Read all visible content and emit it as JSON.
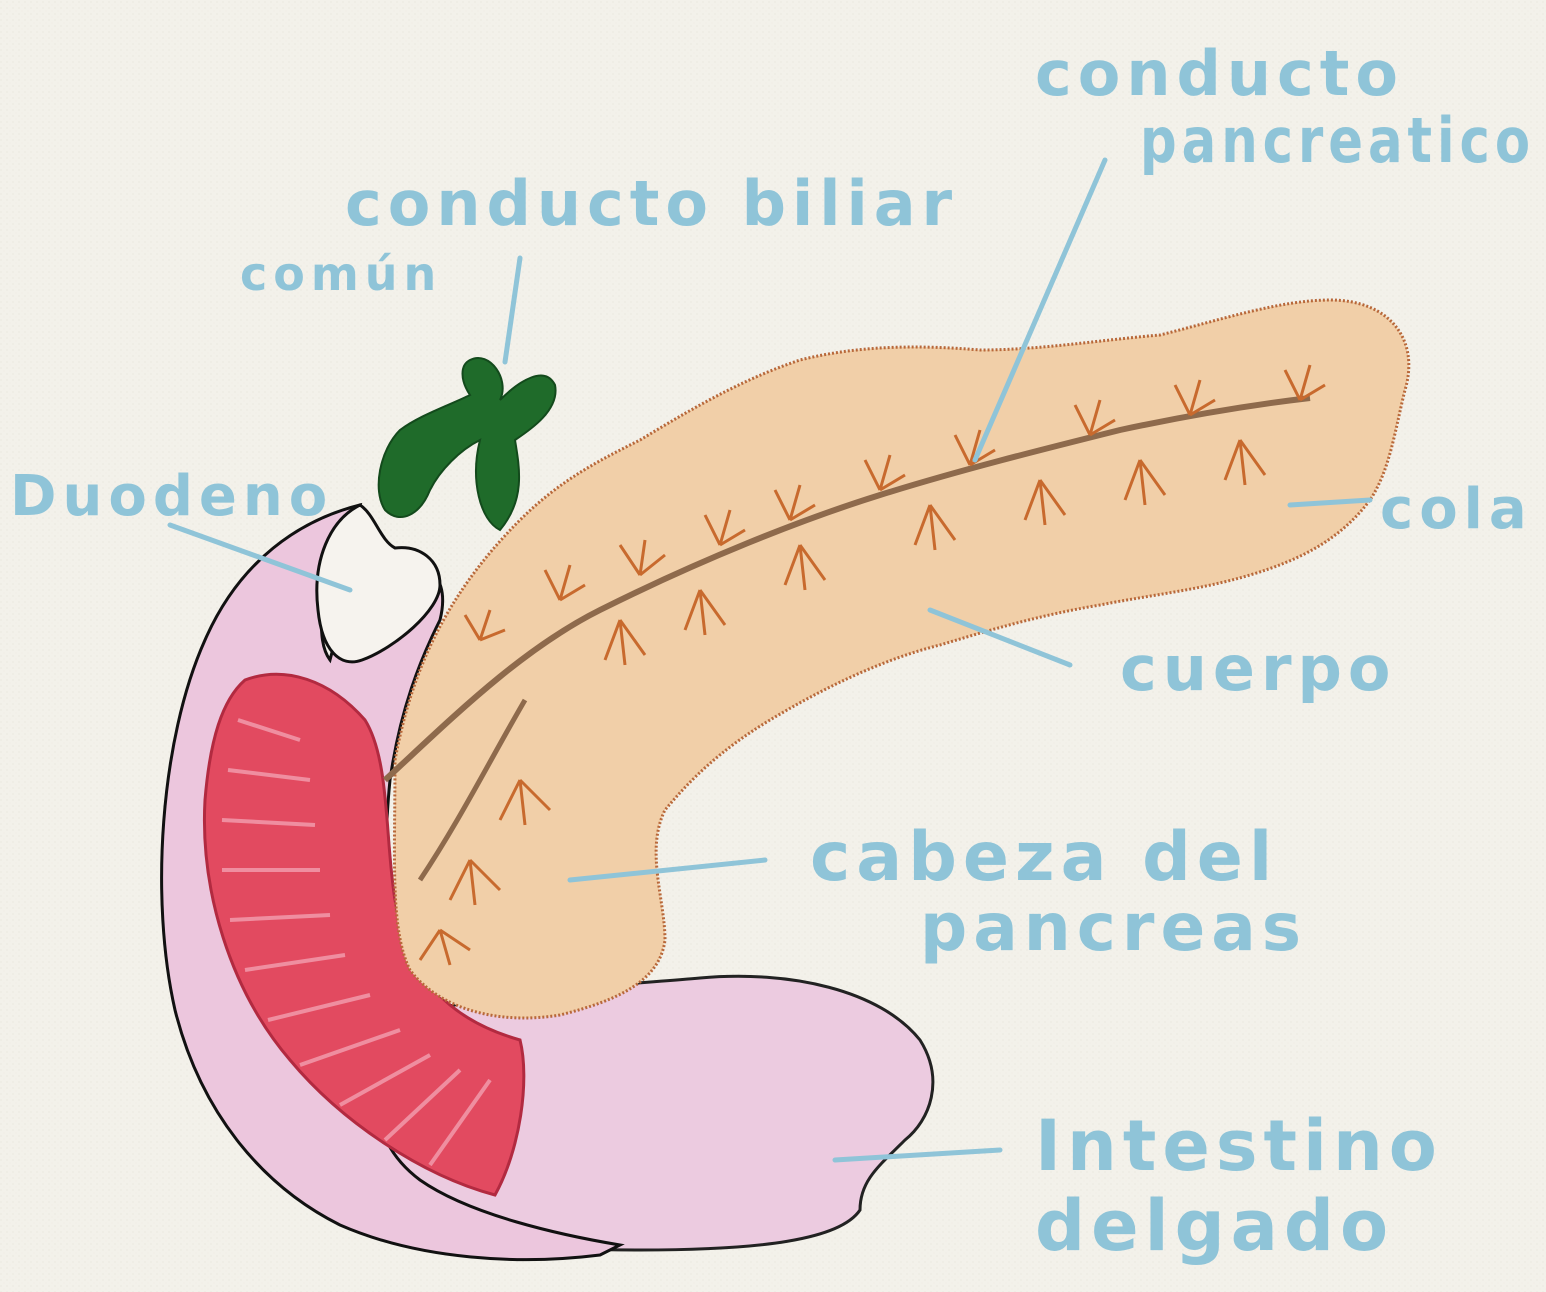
{
  "labels": {
    "conducto_pancreatico": [
      "conducto",
      "pancreatico"
    ],
    "conducto_biliar": [
      "conducto biliar",
      "común"
    ],
    "duodeno": "Duodeno",
    "cola": "cola",
    "cuerpo": "cuerpo",
    "cabeza": [
      "cabeza del",
      "pancreas"
    ],
    "intestino": [
      "Intestino",
      "delgado"
    ]
  },
  "colors": {
    "paper": "#f3f1ea",
    "label_ink": "#8fc4d8",
    "pancreas_fill": "#f1cfa8",
    "pancreas_edge": "#b8683a",
    "duct": "#8e6a4c",
    "branch": "#c86a2e",
    "gallbladder": "#1f6b2a",
    "duodenum": "#ecc6dd",
    "mucosa": "#e24a60",
    "intestine": "#eccbe0"
  }
}
